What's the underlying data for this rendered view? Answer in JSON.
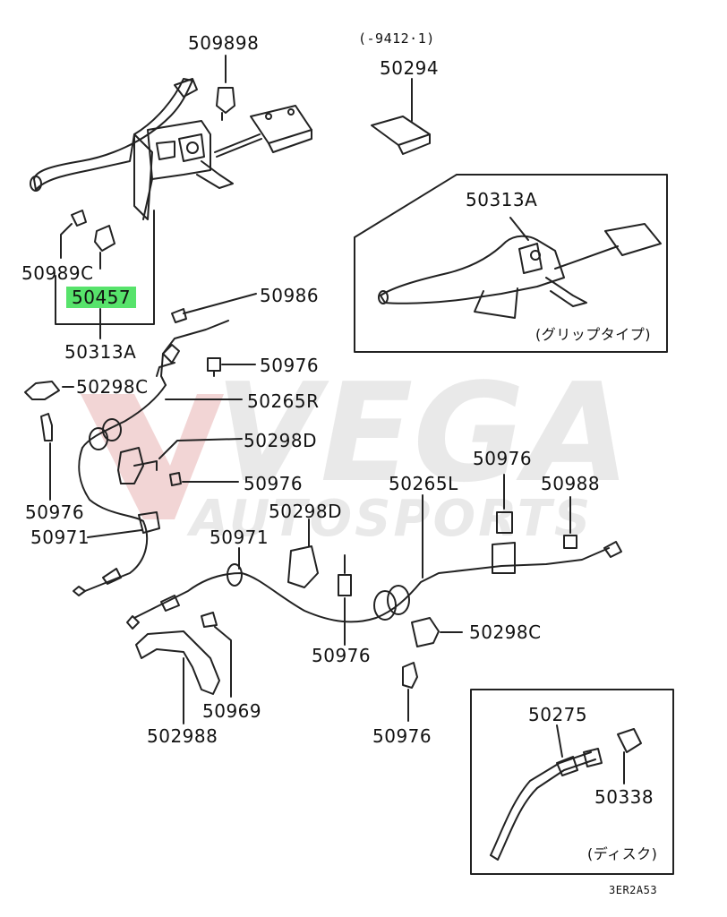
{
  "colors": {
    "highlight": "#57e36b",
    "line": "#222222",
    "watermark": "#c8c8c8",
    "watermark_accent": "#e7b3b3"
  },
  "watermark": {
    "brand": "VEGA",
    "tagline": "AUTOSPORTS"
  },
  "labels": {
    "p509898": "509898",
    "code_range": "(-9412·1)",
    "p50294": "50294",
    "p50313A_inset": "50313A",
    "p50989C": "50989C",
    "p50457": "50457",
    "p50313A": "50313A",
    "p50986": "50986",
    "p50976_a": "50976",
    "p50298C_a": "50298C",
    "p50265R": "50265R",
    "p50298D_a": "50298D",
    "p50976_b": "50976",
    "p50976_c": "50976",
    "p50971_a": "50971",
    "p50976_d": "50976",
    "p50988": "50988",
    "p50265L": "50265L",
    "p50298D_b": "50298D",
    "p50971_b": "50971",
    "p50976_e": "50976",
    "p50298C_b": "50298C",
    "p502988": "502988",
    "p50969": "50969",
    "p50976_f": "50976",
    "p50275": "50275",
    "p50338": "50338",
    "grip_type": "(グリップタイプ)",
    "disc": "(ディスク)",
    "drawing_code": "3ER2A53"
  }
}
